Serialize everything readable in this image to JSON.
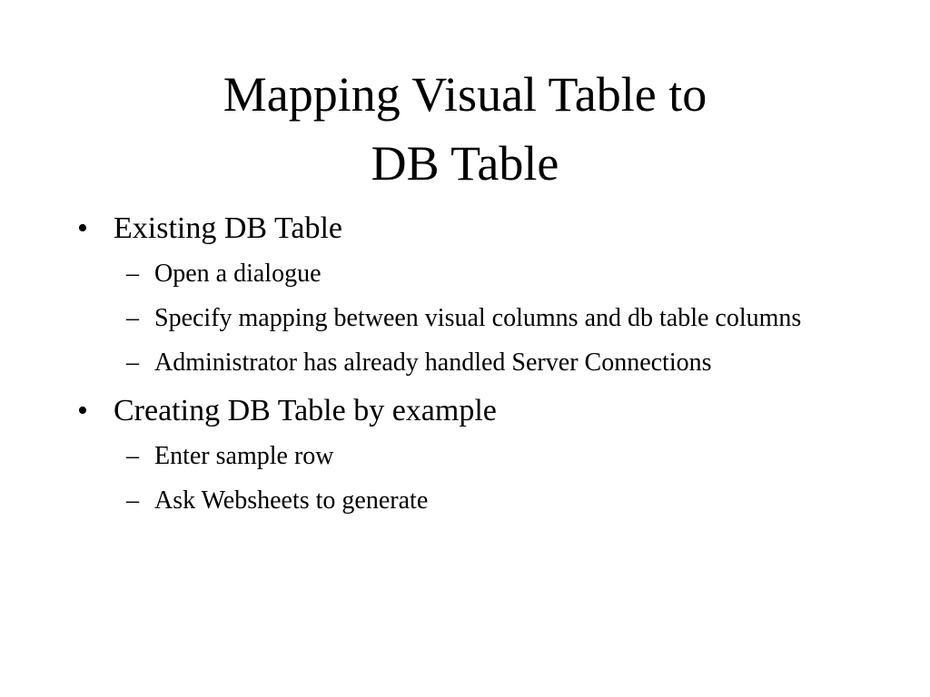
{
  "slide": {
    "title_line1": "Mapping Visual Table to",
    "title_line2": "DB Table",
    "bullets": [
      {
        "text": "Existing DB Table",
        "subs": [
          "Open a dialogue",
          "Specify mapping between visual columns and db table columns",
          "Administrator has already handled Server Connections"
        ]
      },
      {
        "text": "Creating DB Table by example",
        "subs": [
          "Enter sample row",
          "Ask Websheets to generate"
        ]
      }
    ],
    "bullet_char": "•",
    "sub_char": "–"
  },
  "colors": {
    "background": "#ffffff",
    "text": "#000000"
  }
}
